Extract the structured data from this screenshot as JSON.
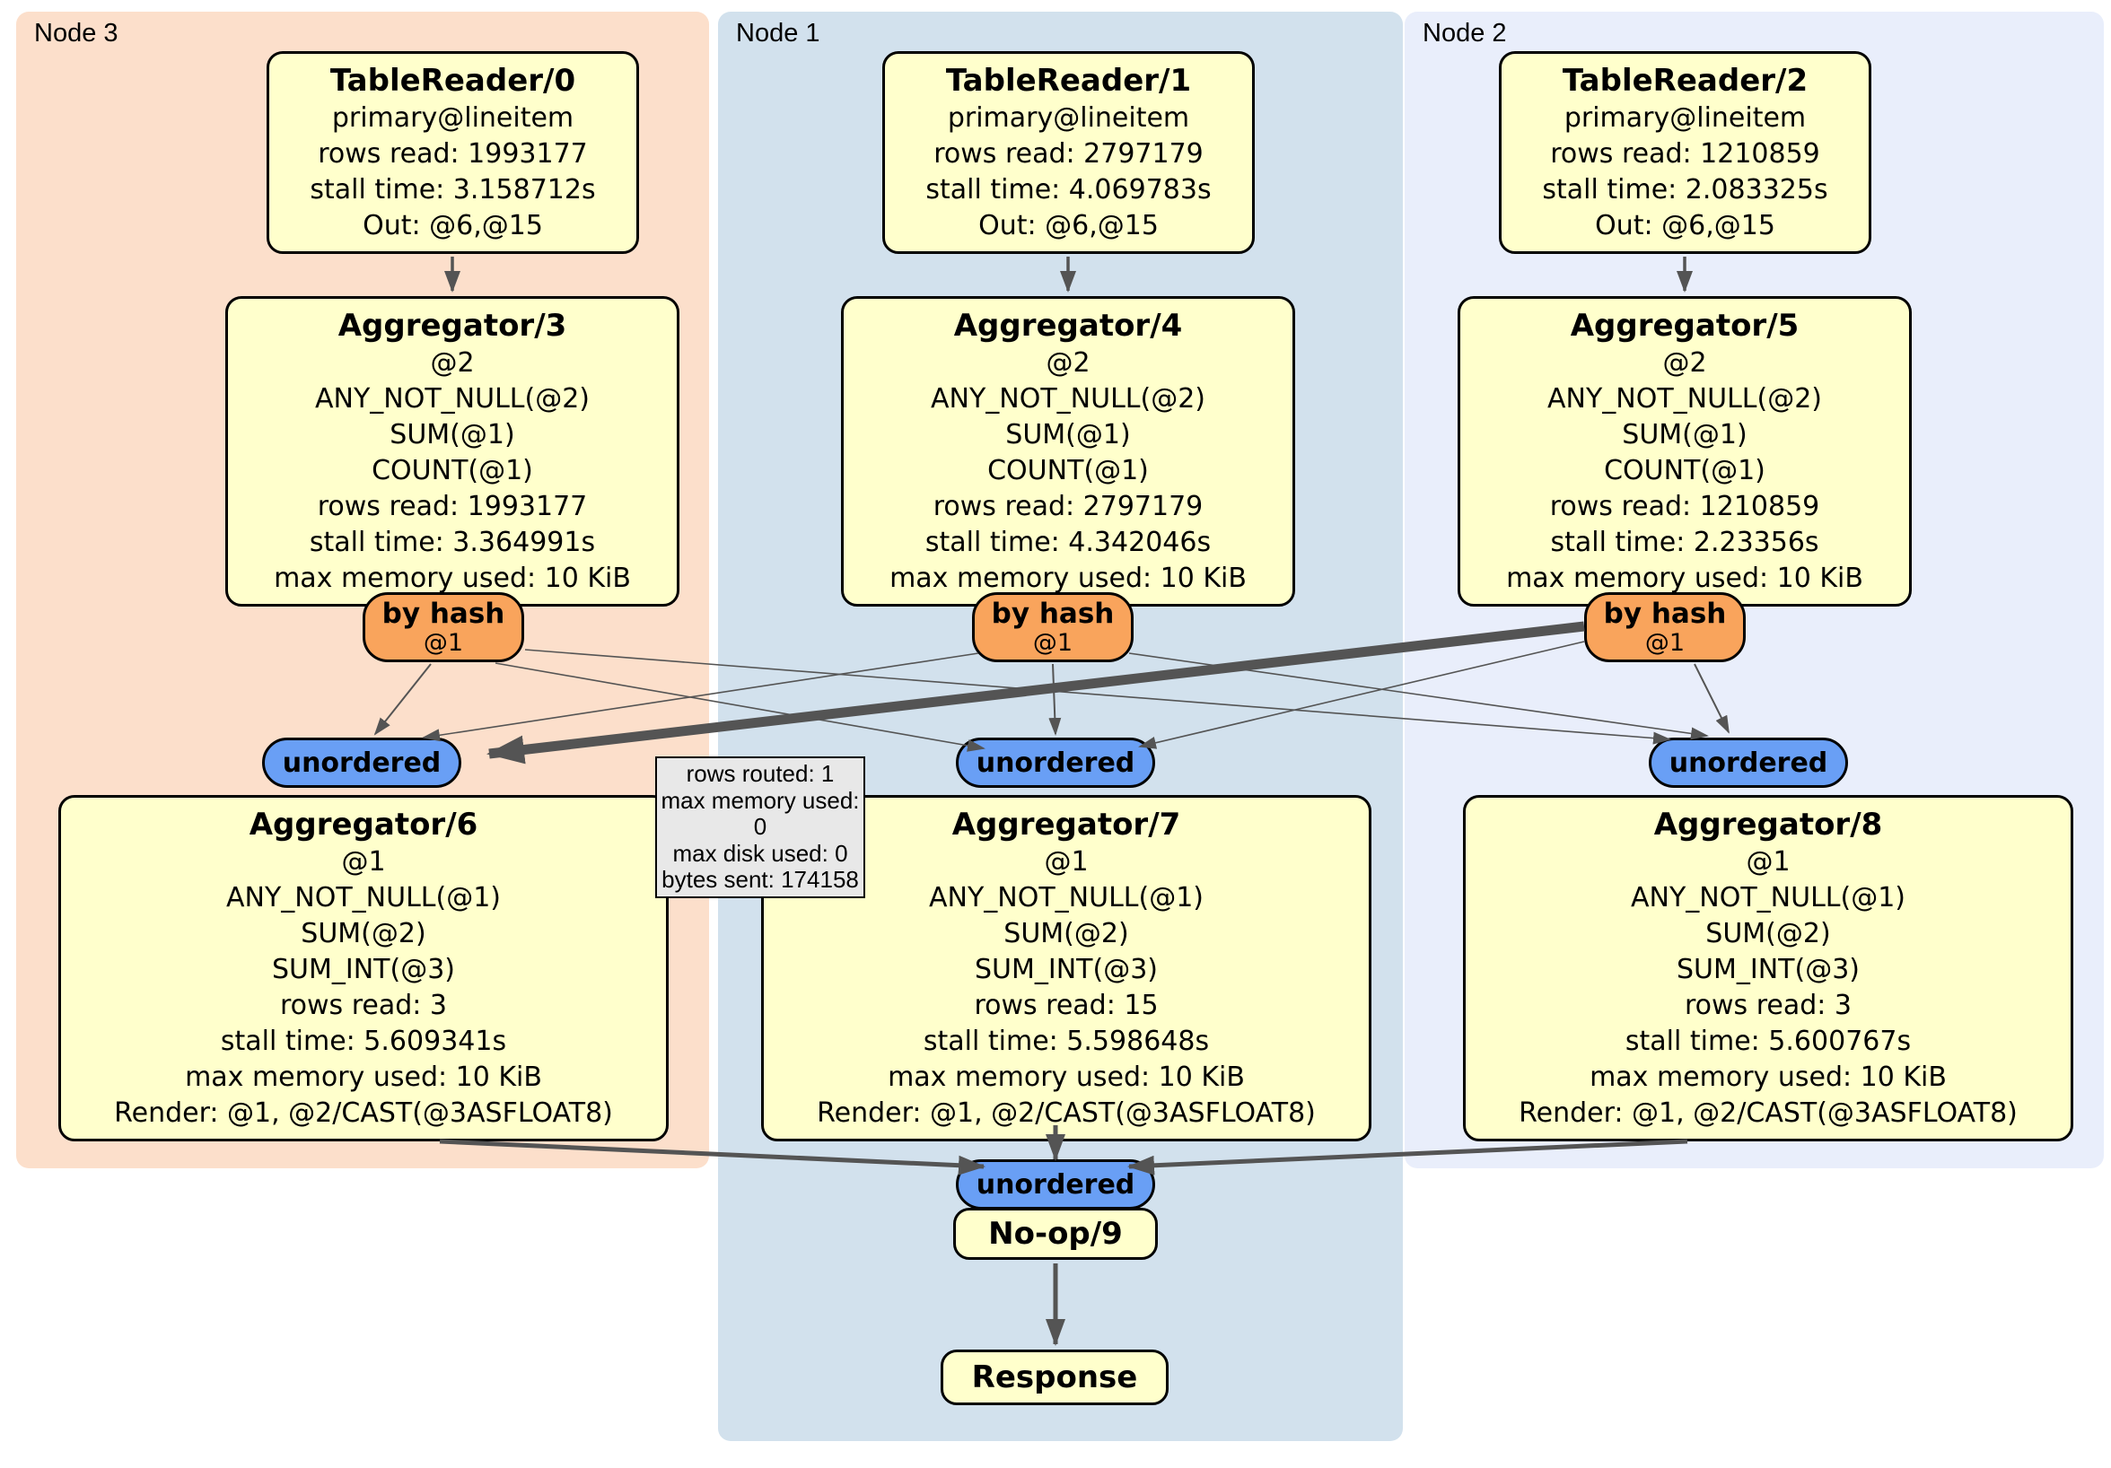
{
  "colors": {
    "node3_region_bg": "#fcdfcb",
    "node1_region_bg": "#d2e1ed",
    "node2_region_bg": "#e9eefb",
    "plan_node_bg": "#ffffcc",
    "hash_router_bg": "#f9a45c",
    "stream_oval_bg": "#699ff5",
    "edge_color": "#545454",
    "tooltip_bg": "#e8e8e8"
  },
  "regions": {
    "node3": {
      "label": "Node 3"
    },
    "node1": {
      "label": "Node 1"
    },
    "node2": {
      "label": "Node 2"
    }
  },
  "boxes": {
    "tablereader0": {
      "title": "TableReader/0",
      "lines": [
        "primary@lineitem",
        "rows read: 1993177",
        "stall time: 3.158712s",
        "Out: @6,@15"
      ]
    },
    "tablereader1": {
      "title": "TableReader/1",
      "lines": [
        "primary@lineitem",
        "rows read: 2797179",
        "stall time: 4.069783s",
        "Out: @6,@15"
      ]
    },
    "tablereader2": {
      "title": "TableReader/2",
      "lines": [
        "primary@lineitem",
        "rows read: 1210859",
        "stall time: 2.083325s",
        "Out: @6,@15"
      ]
    },
    "aggregator3": {
      "title": "Aggregator/3",
      "lines": [
        "@2",
        "ANY_NOT_NULL(@2)",
        "SUM(@1)",
        "COUNT(@1)",
        "rows read: 1993177",
        "stall time: 3.364991s",
        "max memory used: 10 KiB"
      ]
    },
    "aggregator4": {
      "title": "Aggregator/4",
      "lines": [
        "@2",
        "ANY_NOT_NULL(@2)",
        "SUM(@1)",
        "COUNT(@1)",
        "rows read: 2797179",
        "stall time: 4.342046s",
        "max memory used: 10 KiB"
      ]
    },
    "aggregator5": {
      "title": "Aggregator/5",
      "lines": [
        "@2",
        "ANY_NOT_NULL(@2)",
        "SUM(@1)",
        "COUNT(@1)",
        "rows read: 1210859",
        "stall time: 2.23356s",
        "max memory used: 10 KiB"
      ]
    },
    "aggregator6": {
      "title": "Aggregator/6",
      "lines": [
        "@1",
        "ANY_NOT_NULL(@1)",
        "SUM(@2)",
        "SUM_INT(@3)",
        "rows read: 3",
        "stall time: 5.609341s",
        "max memory used: 10 KiB",
        "Render: @1, @2/CAST(@3ASFLOAT8)"
      ]
    },
    "aggregator7": {
      "title": "Aggregator/7",
      "lines": [
        "@1",
        "ANY_NOT_NULL(@1)",
        "SUM(@2)",
        "SUM_INT(@3)",
        "rows read: 15",
        "stall time: 5.598648s",
        "max memory used: 10 KiB",
        "Render: @1, @2/CAST(@3ASFLOAT8)"
      ]
    },
    "aggregator8": {
      "title": "Aggregator/8",
      "lines": [
        "@1",
        "ANY_NOT_NULL(@1)",
        "SUM(@2)",
        "SUM_INT(@3)",
        "rows read: 3",
        "stall time: 5.600767s",
        "max memory used: 10 KiB",
        "Render: @1, @2/CAST(@3ASFLOAT8)"
      ]
    },
    "noop9": {
      "title": "No-op/9"
    },
    "response": {
      "title": "Response"
    }
  },
  "routers": {
    "by_hash": {
      "label": "by hash",
      "sub": "@1"
    },
    "unordered": {
      "label": "unordered"
    }
  },
  "tooltip": {
    "lines": [
      "rows routed: 1",
      "max memory used: 0",
      "max disk used: 0",
      "bytes sent: 174158"
    ]
  }
}
